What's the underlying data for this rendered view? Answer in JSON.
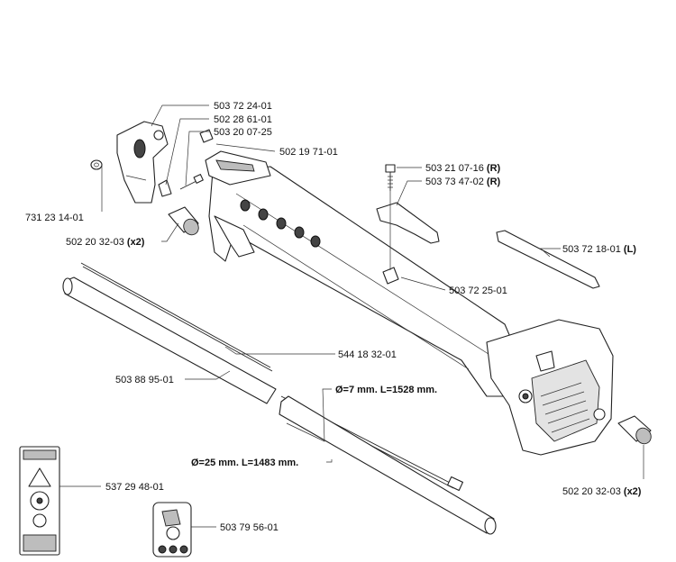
{
  "labels": {
    "p1": "503 72 24-01",
    "p2": "502 28 61-01",
    "p3": "503 20 07-25",
    "p4": "502 19 71-01",
    "p5_num": "503 21 07-16",
    "p5_suffix": "(R)",
    "p6_num": "503 73 47-02",
    "p6_suffix": "(R)",
    "p7": "731 23 14-01",
    "p8_num": "502 20 32-03",
    "p8_suffix": "(x2)",
    "p9_num": "503 72 18-01",
    "p9_suffix": "(L)",
    "p10": "503 72 25-01",
    "p11": "544 18 32-01",
    "p12": "503 88 95-01",
    "p13": "Ø=7 mm. L=1528 mm.",
    "p14": "Ø=25 mm. L=1483 mm.",
    "p15": "537 29 48-01",
    "p16": "503 79 56-01",
    "p17_num": "502 20 32-03",
    "p17_suffix": "(x2)"
  },
  "colors": {
    "line": "#222222",
    "shade": "#bdbdbd",
    "background": "#ffffff"
  },
  "icons": [
    "warning-decal-icon",
    "recycle-decal-icon"
  ]
}
